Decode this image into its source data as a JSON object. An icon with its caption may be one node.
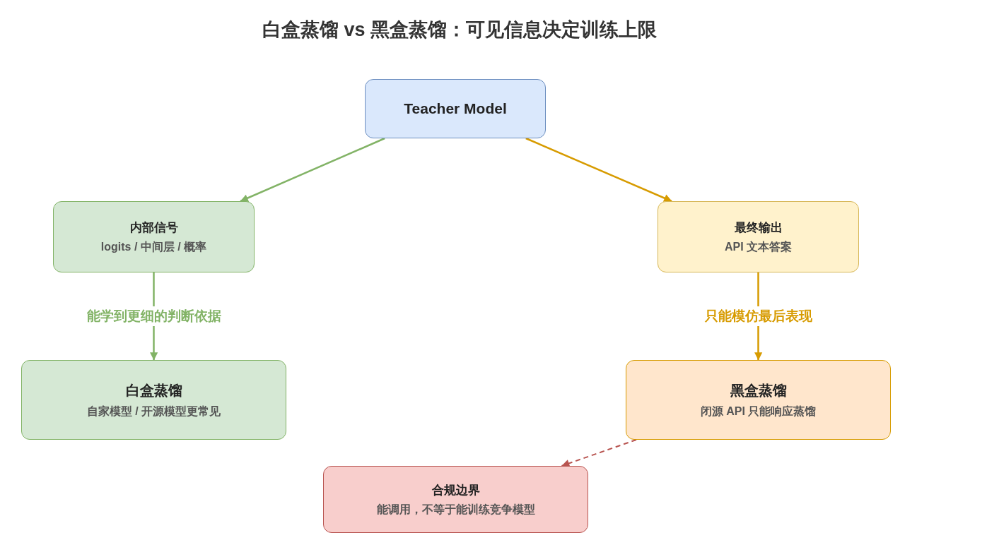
{
  "diagram": {
    "title": "白盒蒸馏 vs 黑盒蒸馏：可见信息决定训练上限",
    "nodes": [
      {
        "text": [
          "Teacher Model"
        ]
      },
      {
        "text": [
          "内部信号",
          "logits / 中间层 / 概率"
        ]
      },
      {
        "text": [
          "最终输出",
          "API 文本答案"
        ]
      },
      {
        "text": [
          "白盒蒸馏",
          "自家模型 / 开源模型更常见"
        ]
      },
      {
        "text": [
          "黑盒蒸馏",
          "闭源 API 只能响应蒸馏"
        ]
      },
      {
        "text": [
          "合规边界",
          "能调用，不等于能训练竞争模型"
        ]
      }
    ],
    "edges": [
      {
        "from": 0,
        "to": 1,
        "arrow": "to",
        "color": "#82b366"
      },
      {
        "from": 0,
        "to": 2,
        "arrow": "to",
        "color": "#d79b00"
      },
      {
        "from": 1,
        "to": 3,
        "arrow": "to",
        "label": "能学到更细的判断依据",
        "color": "#82b366"
      },
      {
        "from": 2,
        "to": 4,
        "arrow": "to",
        "label": "只能模仿最后表现",
        "color": "#d79b00"
      },
      {
        "from": 4,
        "to": 5,
        "arrow": "to",
        "style": "dashed",
        "color": "#b85450"
      }
    ]
  }
}
